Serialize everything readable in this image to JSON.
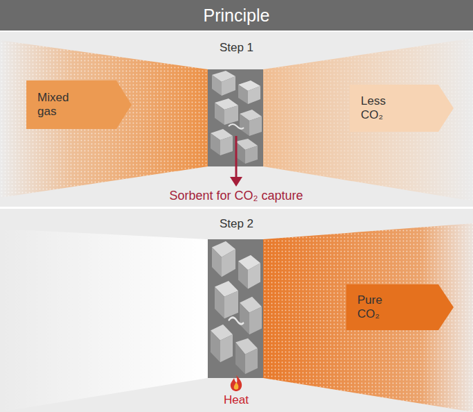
{
  "diagram": {
    "title": "Principle",
    "nodes": [
      {
        "text": [
          "Step 1"
        ]
      },
      {
        "text": [
          "Mixed gas"
        ],
        "in": 0
      },
      {
        "text": [
          "Less CO₂"
        ],
        "in": 0
      },
      {
        "text": [
          "Step 2"
        ]
      },
      {
        "text": [
          "Pure CO₂"
        ],
        "in": 3
      }
    ],
    "labels": [
      "Sorbent for CO₂ capture",
      "Heat"
    ]
  }
}
